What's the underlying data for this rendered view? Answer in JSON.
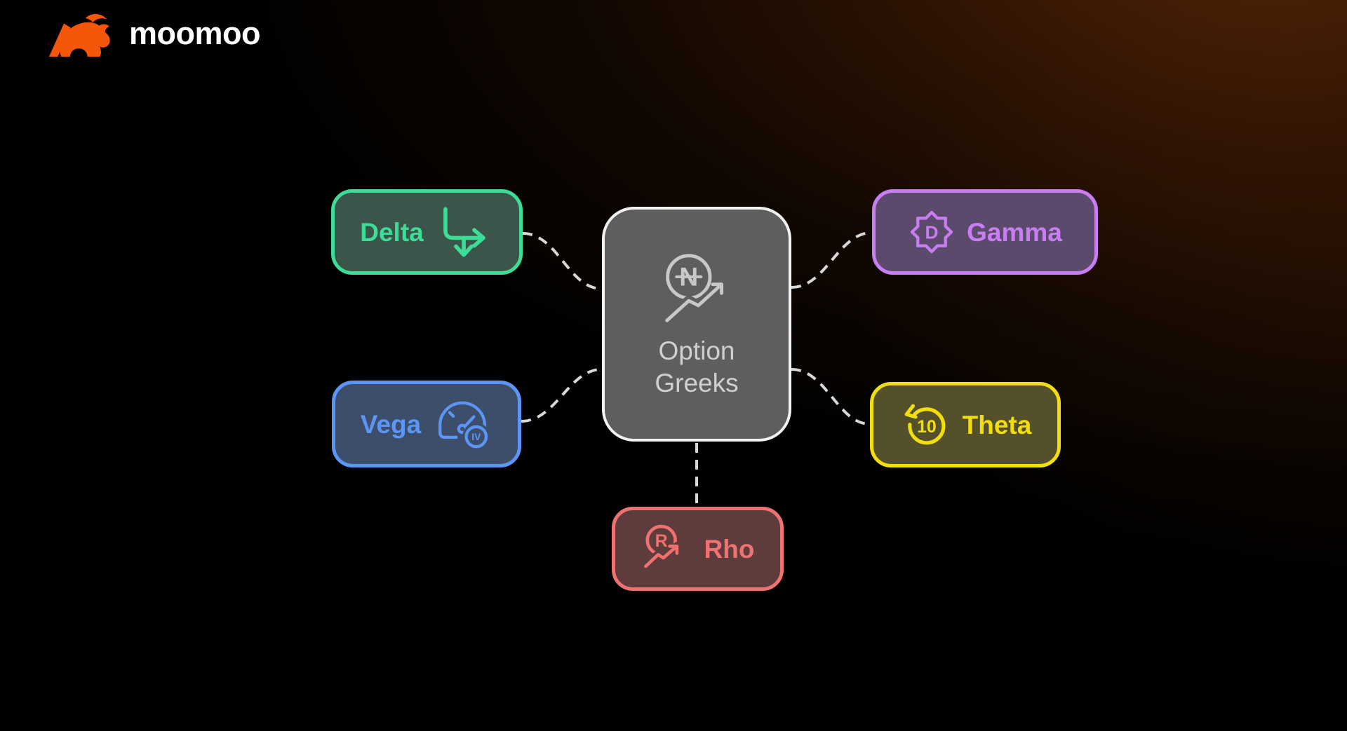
{
  "brand": {
    "name": "moomoo",
    "logo_color": "#f4560a",
    "wordmark_color": "#ffffff"
  },
  "diagram": {
    "center": {
      "title_lines": [
        "Option",
        "Greeks"
      ],
      "icon": "currency-trend-icon",
      "icon_letter": "N",
      "border_color": "#f2f2f2",
      "fill_color": "#5e5e5e",
      "text_color": "#d0d0d0"
    },
    "nodes": [
      {
        "id": "delta",
        "label": "Delta",
        "icon": "branch-arrow-icon",
        "accent": "#3ddc97",
        "fill": "#3b554a",
        "position": "top-left"
      },
      {
        "id": "gamma",
        "label": "Gamma",
        "icon": "badge-letter-icon",
        "icon_letter": "D",
        "accent": "#c87ef2",
        "fill": "#5c4a6d",
        "position": "top-right"
      },
      {
        "id": "vega",
        "label": "Vega",
        "icon": "gauge-iv-icon",
        "icon_letter": "IV",
        "accent": "#5b96f7",
        "fill": "#3d4e6b",
        "position": "middle-left"
      },
      {
        "id": "theta",
        "label": "Theta",
        "icon": "rewind-10-icon",
        "icon_letter": "10",
        "accent": "#f2de0d",
        "fill": "#54502a",
        "position": "middle-right"
      },
      {
        "id": "rho",
        "label": "Rho",
        "icon": "r-trend-icon",
        "icon_letter": "R",
        "accent": "#f07171",
        "fill": "#5d3c3b",
        "position": "bottom-center"
      }
    ],
    "connections": [
      {
        "from": "Option Greeks",
        "to": "Delta"
      },
      {
        "from": "Option Greeks",
        "to": "Gamma"
      },
      {
        "from": "Option Greeks",
        "to": "Vega"
      },
      {
        "from": "Option Greeks",
        "to": "Theta"
      },
      {
        "from": "Option Greeks",
        "to": "Rho"
      }
    ],
    "connector_color": "#d8d8d8"
  }
}
